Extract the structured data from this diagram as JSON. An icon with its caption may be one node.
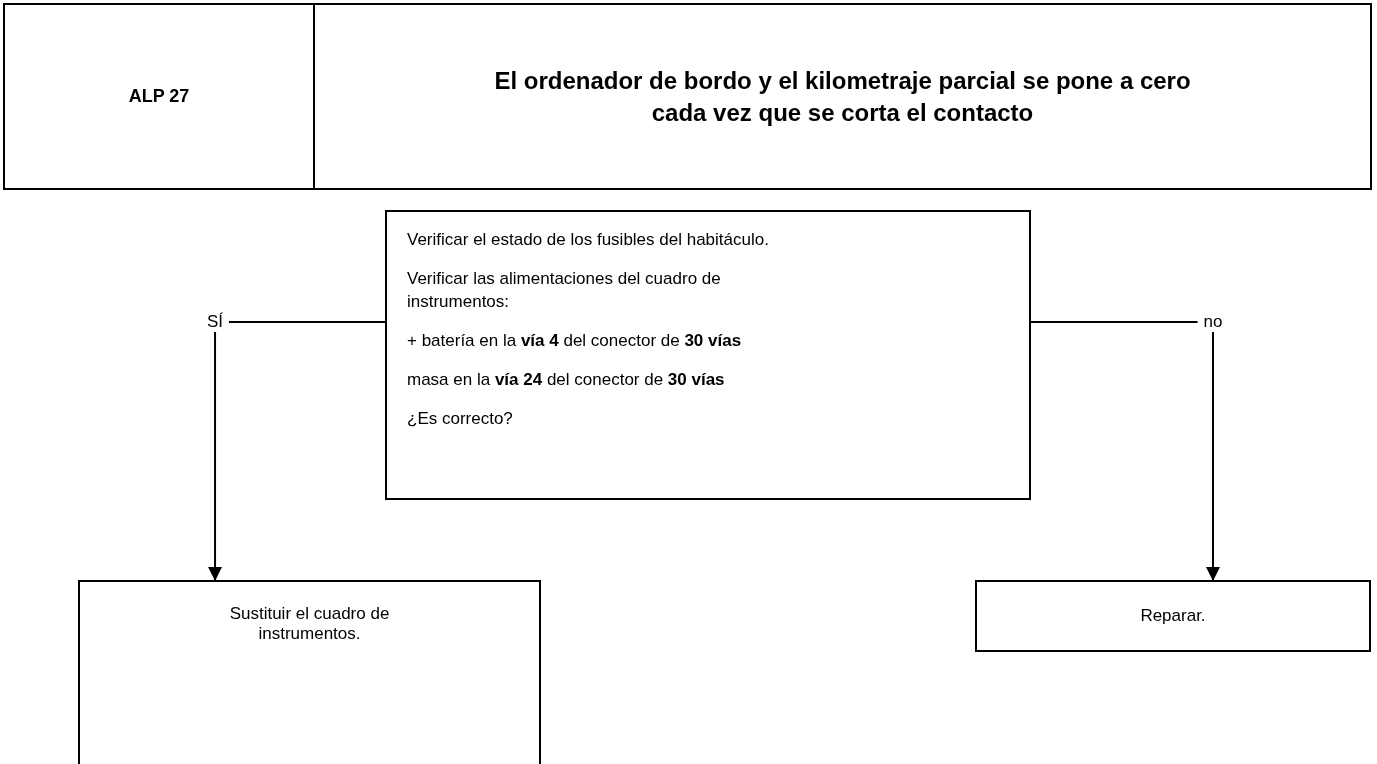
{
  "diagram": {
    "nodes": [
      {
        "text": [
          "ALP 27"
        ]
      },
      {
        "text": [
          "El ordenador de bordo y el kilometraje parcial se pone a cero cada vez que se corta el contacto"
        ]
      },
      {
        "text": [
          "Verificar el estado de los fusibles del habitáculo.",
          "Verificar las alimentaciones del cuadro de instrumentos:",
          "+ batería en la **vía 4** del conector de **30 vías**",
          "masa en la **vía 24** del conector de **30 vías**",
          "¿Es correcto?"
        ]
      },
      {
        "text": [
          "Sustituir el cuadro de instrumentos."
        ]
      },
      {
        "text": [
          "Reparar."
        ]
      }
    ],
    "edges": [
      {
        "from": 2,
        "to": 3,
        "arrow": "to",
        "label": "SÍ"
      },
      {
        "from": 2,
        "to": 4,
        "arrow": "to",
        "label": "no"
      }
    ]
  }
}
